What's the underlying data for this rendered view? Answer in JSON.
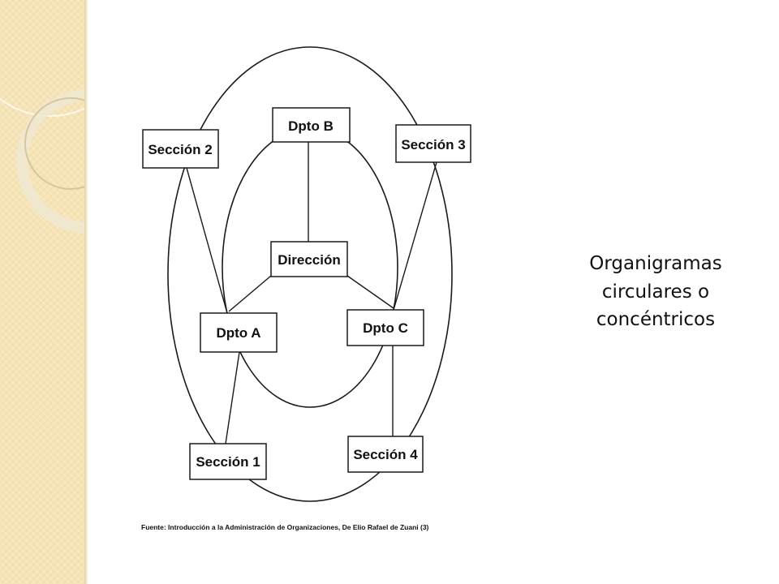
{
  "diagram": {
    "nodes": {
      "direccion": "Dirección",
      "dpto_a": "Dpto A",
      "dpto_b": "Dpto B",
      "dpto_c": "Dpto C",
      "seccion_1": "Sección 1",
      "seccion_2": "Sección 2",
      "seccion_3": "Sección 3",
      "seccion_4": "Sección 4"
    },
    "edges": [
      [
        "direccion",
        "dpto_a"
      ],
      [
        "direccion",
        "dpto_b"
      ],
      [
        "direccion",
        "dpto_c"
      ],
      [
        "dpto_a",
        "seccion_1"
      ],
      [
        "dpto_a",
        "seccion_2"
      ],
      [
        "dpto_c",
        "seccion_3"
      ],
      [
        "dpto_c",
        "seccion_4"
      ]
    ],
    "source": "Fuente: Introducción a la Administración de Organizaciones, De Elio Rafael de Zuani (3)"
  },
  "slide": {
    "title_lines": [
      "Organigramas",
      "circulares o",
      "concéntricos"
    ]
  }
}
